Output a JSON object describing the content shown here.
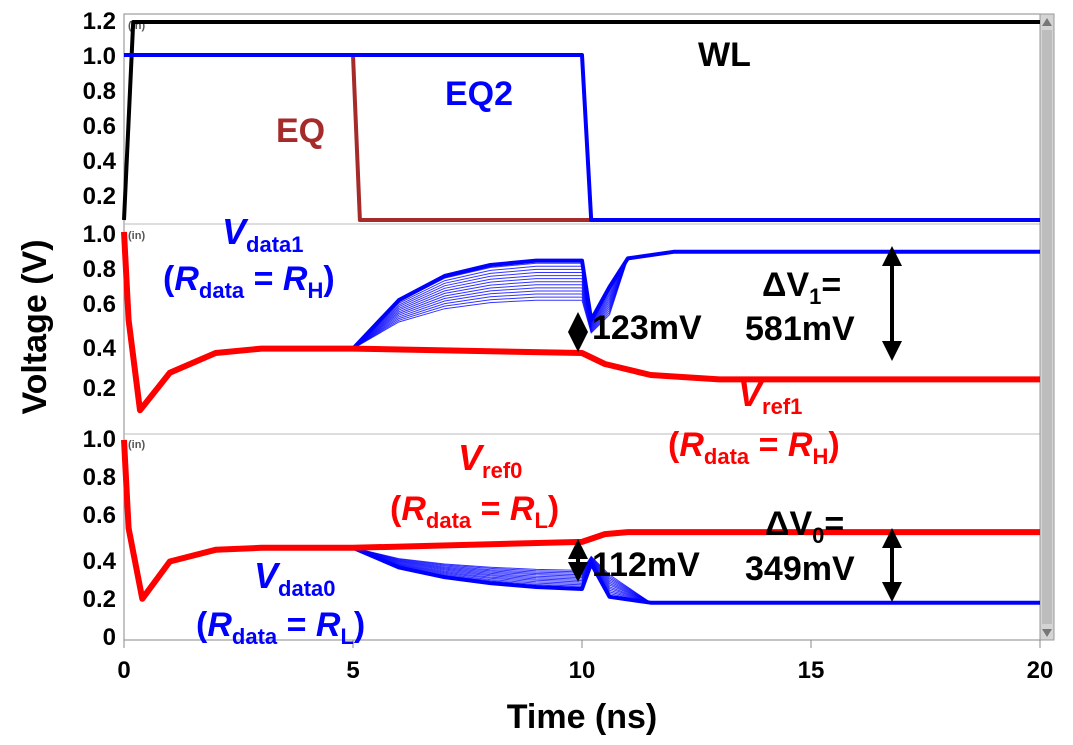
{
  "chart_data": {
    "type": "line",
    "xlabel": "Time (ns)",
    "ylabel": "Voltage (V)",
    "xlim": [
      0,
      20
    ],
    "x_ticks": [
      "0",
      "5",
      "10",
      "15",
      "20"
    ],
    "grid": false,
    "panels": [
      {
        "ylim": [
          0,
          1.2
        ],
        "y_ticks": [
          "1.2",
          "1.0",
          "0.8",
          "0.6",
          "0.4",
          "0.2"
        ],
        "corner_tag": "(in)",
        "series": [
          {
            "name": "WL",
            "color": "#000000",
            "x": [
              0,
              0.2,
              20
            ],
            "y": [
              0,
              1.2,
              1.2
            ]
          },
          {
            "name": "EQ",
            "color": "#a52a2a",
            "x": [
              0,
              5,
              5.15,
              10.2,
              20
            ],
            "y": [
              1.0,
              1.0,
              0.0,
              0.0,
              0.0
            ]
          },
          {
            "name": "EQ2",
            "color": "#0000ff",
            "x": [
              0,
              10.0,
              10.2,
              20
            ],
            "y": [
              1.0,
              1.0,
              0.0,
              0.0
            ]
          }
        ],
        "labels": [
          {
            "text": "WL",
            "color": "#000000"
          },
          {
            "text": "EQ",
            "color": "#a52a2a"
          },
          {
            "text": "EQ2",
            "color": "#0000ff"
          }
        ]
      },
      {
        "ylim": [
          0.1,
          1.0
        ],
        "y_ticks": [
          "1.0",
          "0.8",
          "0.6",
          "0.4",
          "0.2"
        ],
        "corner_tag": "(in)",
        "series": [
          {
            "name": "Vdata1",
            "color": "#0000ff",
            "x": [
              0,
              0.1,
              0.35,
              1.0,
              2.0,
              3.0,
              5.0,
              6.0,
              7.0,
              8.0,
              9.0,
              10.0,
              10.2,
              10.6,
              11.0,
              12.0,
              20
            ],
            "y": [
              1.0,
              0.6,
              0.19,
              0.36,
              0.45,
              0.47,
              0.47,
              0.69,
              0.8,
              0.85,
              0.87,
              0.87,
              0.6,
              0.75,
              0.88,
              0.91,
              0.91
            ]
          },
          {
            "name": "Vref1",
            "color": "#ff0000",
            "x": [
              0,
              0.1,
              0.35,
              1.0,
              2.0,
              3.0,
              5.0,
              10.0,
              10.5,
              11.5,
              13.0,
              20
            ],
            "y": [
              1.0,
              0.6,
              0.19,
              0.36,
              0.45,
              0.47,
              0.47,
              0.45,
              0.4,
              0.35,
              0.33,
              0.33
            ]
          }
        ],
        "labels": [
          {
            "main": "V",
            "sub": "data1",
            "color": "#0000ff"
          },
          {
            "pre": "(",
            "main": "R",
            "sub": "data",
            "mid": " = ",
            "main2": "R",
            "sub2": "H",
            "post": ")",
            "color": "#0000ff"
          },
          {
            "main": "V",
            "sub": "ref1",
            "color": "#ff0000"
          },
          {
            "pre": "(",
            "main": "R",
            "sub": "data",
            "mid": " = ",
            "main2": "R",
            "sub2": "H",
            "post": ")",
            "color": "#ff0000"
          }
        ],
        "annotations": [
          {
            "text": "123mV"
          },
          {
            "main": "ΔV",
            "sub": "1",
            "post": "="
          },
          {
            "text": "581mV"
          }
        ]
      },
      {
        "ylim": [
          0,
          1.0
        ],
        "y_ticks": [
          "1.0",
          "0.8",
          "0.6",
          "0.4",
          "0.2",
          "0"
        ],
        "corner_tag": "(in)",
        "series": [
          {
            "name": "Vdata0",
            "color": "#0000ff",
            "x": [
              0,
              0.1,
              0.4,
              1.0,
              2.0,
              3.0,
              5.0,
              6.0,
              7.0,
              8.0,
              9.0,
              10.0,
              10.2,
              10.6,
              11.5,
              20
            ],
            "y": [
              1.0,
              0.55,
              0.19,
              0.38,
              0.44,
              0.45,
              0.45,
              0.35,
              0.3,
              0.27,
              0.25,
              0.24,
              0.37,
              0.2,
              0.17,
              0.17
            ]
          },
          {
            "name": "Vref0",
            "color": "#ff0000",
            "x": [
              0,
              0.1,
              0.4,
              1.0,
              2.0,
              3.0,
              5.0,
              10.0,
              10.5,
              11.0,
              20
            ],
            "y": [
              1.0,
              0.55,
              0.19,
              0.38,
              0.44,
              0.45,
              0.45,
              0.48,
              0.52,
              0.53,
              0.53
            ]
          }
        ],
        "labels": [
          {
            "main": "V",
            "sub": "ref0",
            "color": "#ff0000"
          },
          {
            "pre": "(",
            "main": "R",
            "sub": "data",
            "mid": " = ",
            "main2": "R",
            "sub2": "L",
            "post": ")",
            "color": "#ff0000"
          },
          {
            "main": "V",
            "sub": "data0",
            "color": "#0000ff"
          },
          {
            "pre": "(",
            "main": "R",
            "sub": "data",
            "mid": " = ",
            "main2": "R",
            "sub2": "L",
            "post": ")",
            "color": "#0000ff"
          }
        ],
        "annotations": [
          {
            "text": "112mV"
          },
          {
            "main": "ΔV",
            "sub": "0",
            "post": "="
          },
          {
            "text": "349mV"
          }
        ]
      }
    ]
  }
}
